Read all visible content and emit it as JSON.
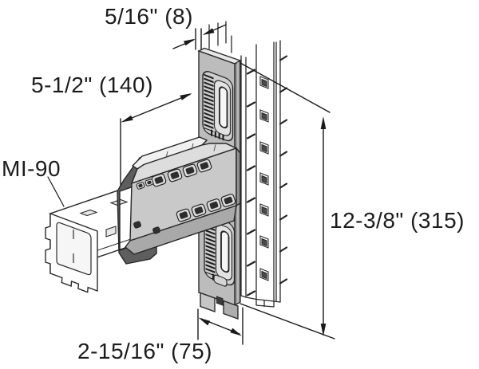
{
  "diagram": {
    "kind": "technical illustration of a channel girder connector mounted on a vertical strut",
    "product_label": "MI-90",
    "dimensions": {
      "plate_thickness": {
        "text": "5/16\" (8)",
        "inches": "5/16\"",
        "mm": "8"
      },
      "beam_offset": {
        "text": "5-1/2\" (140)",
        "inches": "5-1/2\"",
        "mm": "140"
      },
      "plate_height": {
        "text": "12-3/8\" (315)",
        "inches": "12-3/8\"",
        "mm": "315"
      },
      "plate_width": {
        "text": "2-15/16\" (75)",
        "inches": "2-15/16\"",
        "mm": "75"
      }
    },
    "colors": {
      "background": "#ffffff",
      "line": "#2a2a2a",
      "plate_face": "#bcbcbc",
      "plate_top": "#e8e8e8",
      "plate_edge": "#989898",
      "sleeve_front": "#c9c9c9",
      "sleeve_band_light": "#f0f0f0",
      "sleeve_band_mid": "#dddddd",
      "sleeve_bottom": "#a9a9a9",
      "sleeve_opening": "#5e5e5e",
      "serration": "#1f1f1f",
      "text": "#1c1c1c"
    }
  }
}
